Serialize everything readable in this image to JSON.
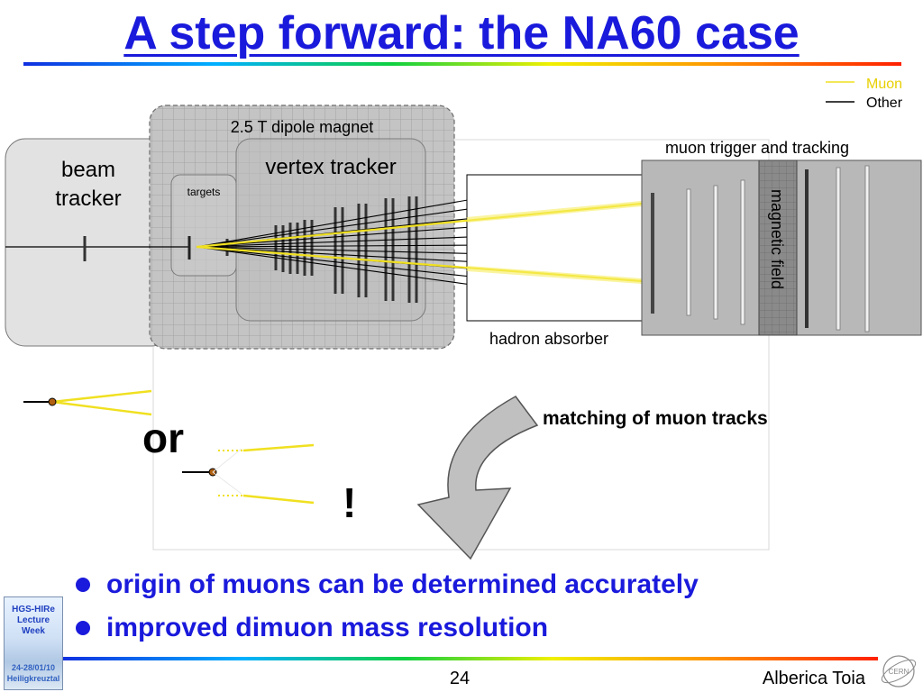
{
  "slide": {
    "title": "A step forward: the NA60 case",
    "page_number": "24",
    "author": "Alberica Toia"
  },
  "legend": {
    "muon": "Muon",
    "other": "Other"
  },
  "labels": {
    "dipole_magnet": "2.5 T dipole magnet",
    "beam_tracker": [
      "beam",
      "tracker"
    ],
    "vertex_tracker": "vertex tracker",
    "targets": "targets",
    "muon_trigger": "muon trigger and tracking",
    "magnetic_field": "magnetic field",
    "hadron_absorber": "hadron absorber",
    "matching": "matching of muon tracks",
    "or": "or",
    "exclamation": "!"
  },
  "bullets": [
    "origin of muons can be determined accurately",
    "improved dimuon mass resolution"
  ],
  "logo": {
    "lines": [
      "HGS-HIRe",
      "Lecture",
      "Week"
    ],
    "date": "24-28/01/10 Heiligkreuztal"
  },
  "colors": {
    "title": "#1a1adc",
    "muon": "#f0e020",
    "other": "#000000",
    "magnet_fill": "#c8c8c8",
    "arrow_fill": "#c0c0c0"
  }
}
